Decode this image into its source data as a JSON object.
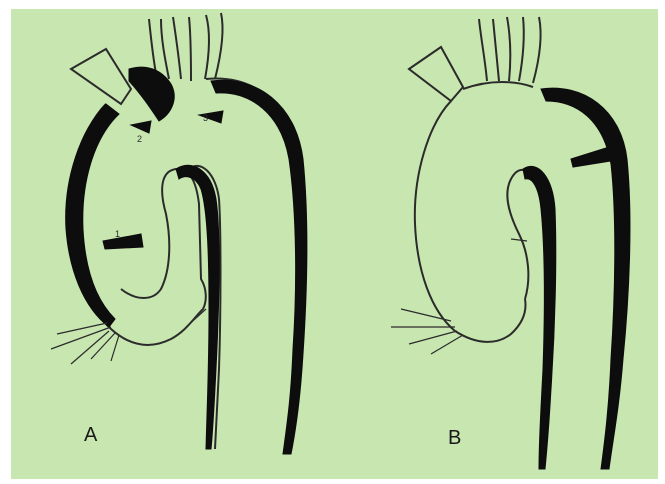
{
  "colors": {
    "background": "#c8e6b0",
    "frame": "#ffffff",
    "dissection": "#0d0d0d",
    "outline": "#2b2b2b",
    "lumen_fill": "#c8e6b0"
  },
  "panels": [
    {
      "id": "A",
      "label": "A",
      "marks": [
        "2",
        "3",
        "1"
      ]
    },
    {
      "id": "B",
      "label": "B",
      "marks": []
    }
  ]
}
